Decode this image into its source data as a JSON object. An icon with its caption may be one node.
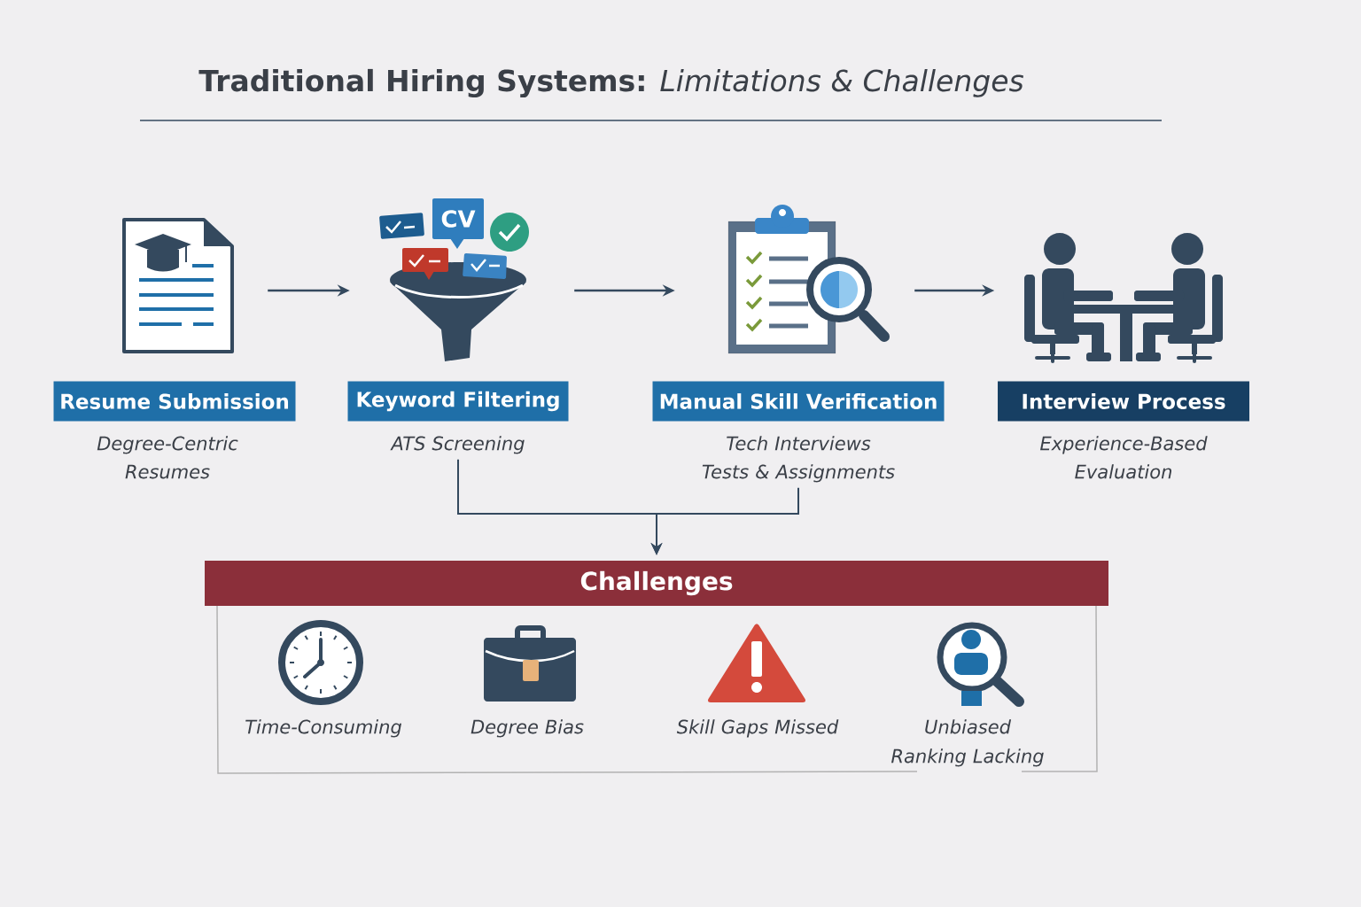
{
  "diagram": {
    "title": "**Traditional Hiring Systems:** *Limitations & Challenges*",
    "nodes": [
      {
        "text": [],
        "shape": "picture"
      },
      {
        "text": [],
        "shape": "picture"
      },
      {
        "text": [],
        "shape": "picture"
      },
      {
        "text": [],
        "shape": "picture"
      },
      {
        "text": [
          "Resume Submission"
        ],
        "beside": [
          "Degree-Centric Resumes"
        ]
      },
      {
        "text": [
          "Keyword Filtering"
        ],
        "beside": [
          "ATS Screening"
        ]
      },
      {
        "text": [
          "Manual Skill Verification"
        ],
        "beside": [
          "Tech Interviews Tests & Assignments"
        ]
      },
      {
        "text": [
          "Interview Process"
        ],
        "beside": [
          "Experience-Based Evaluation"
        ]
      },
      {
        "text": [
          "Challenges"
        ]
      }
    ],
    "edges": [
      {
        "from": 0,
        "to": 1,
        "arrow": "to"
      },
      {
        "from": 1,
        "to": 2,
        "arrow": "to"
      },
      {
        "from": 2,
        "to": 3,
        "arrow": "to"
      },
      {
        "from": 5,
        "to": 8,
        "arrow": "to"
      },
      {
        "from": 6,
        "to": 8,
        "arrow": "to"
      }
    ],
    "labels": [
      "CV",
      "Time-Consuming",
      "Degree Bias",
      "Skill Gaps Missed",
      "Unbiased Ranking Lacking"
    ]
  }
}
